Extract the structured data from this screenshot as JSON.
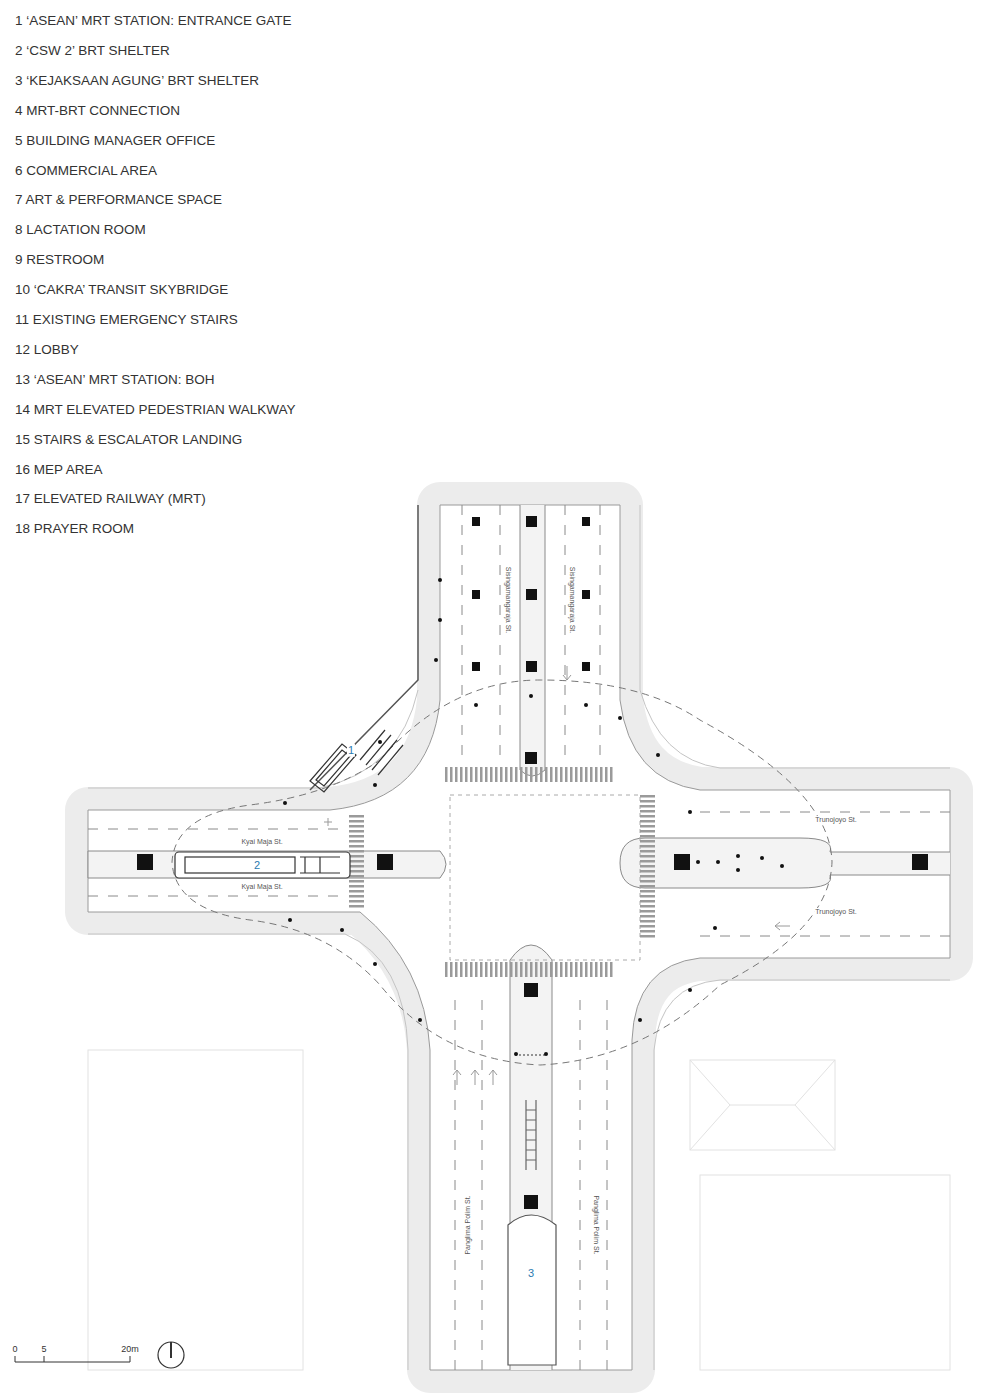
{
  "diagram": {
    "labels": [
      "1 ‘ASEAN’ MRT STATION: ENTRANCE GATE",
      "2 ‘CSW 2’ BRT SHELTER",
      "3 ‘KEJAKSAAN AGUNG’ BRT SHELTER",
      "4 MRT-BRT CONNECTION",
      "5 BUILDING MANAGER OFFICE",
      "6 COMMERCIAL AREA",
      "7 ART & PERFORMANCE SPACE",
      "8 LACTATION ROOM",
      "9 RESTROOM",
      "10 ‘CAKRA’ TRANSIT SKYBRIDGE",
      "11 EXISTING EMERGENCY STAIRS",
      "12 LOBBY",
      "13 ‘ASEAN’ MRT STATION: BOH",
      "14 MRT ELEVATED PEDESTRIAN WALKWAY",
      "15 STAIRS & ESCALATOR LANDING",
      "16 MEP AREA",
      "17 ELEVATED RAILWAY (MRT)",
      "18 PRAYER ROOM",
      "Sisingamangaraja St.",
      "Sisingamangaraja St.",
      "Kyai Maja St.",
      "Kyai Maja St.",
      "Trunojoyo St.",
      "Trunojoyo St.",
      "Panglima Polim St.",
      "Panglima Polim St.",
      "1",
      "2",
      "3",
      "0",
      "5",
      "20m"
    ]
  }
}
